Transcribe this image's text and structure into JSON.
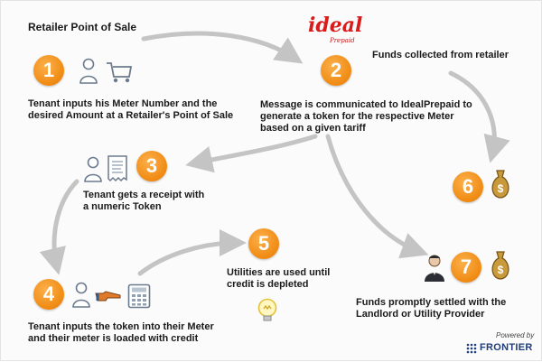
{
  "title": "Retailer Point of Sale",
  "logo": {
    "main": "ideal",
    "sub": "Prepaid"
  },
  "funds_collected": "Funds collected from retailer",
  "steps": [
    {
      "number": "1",
      "text": [
        "Tenant inputs his Meter Number and the",
        "desired Amount at a Retailer's Point of Sale"
      ]
    },
    {
      "number": "2",
      "text": [
        "Message is communicated to IdealPrepaid to",
        "generate a token for the respective Meter",
        "based on a given tariff"
      ]
    },
    {
      "number": "3",
      "text": [
        "Tenant gets a receipt with",
        "a numeric Token"
      ]
    },
    {
      "number": "4",
      "text": [
        "Tenant inputs the token into their Meter",
        "and their meter is loaded with credit"
      ]
    },
    {
      "number": "5",
      "text": [
        "Utilities are used until",
        "credit is depleted"
      ]
    },
    {
      "number": "6",
      "text": []
    },
    {
      "number": "7",
      "text": [
        "Funds promptly settled with the",
        "Landlord or Utility Provider"
      ]
    }
  ],
  "footer": {
    "powered": "Powered by",
    "brand": "FRONTIER"
  },
  "colors": {
    "step_orange": "#f08a12",
    "arrow_gray": "#c4c4c4",
    "logo_red": "#d81b1b",
    "money_bag": "#b8862e"
  }
}
